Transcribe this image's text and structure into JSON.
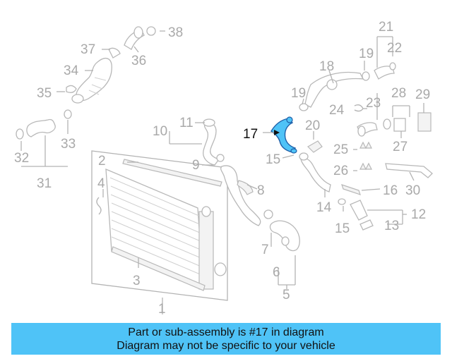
{
  "diagram": {
    "highlight_color": "#4fc3f7",
    "part_color": "#b8b8b8",
    "callouts": {
      "c1": "1",
      "c2": "2",
      "c3": "3",
      "c4": "4",
      "c5": "5",
      "c6": "6",
      "c7": "7",
      "c8": "8",
      "c9": "9",
      "c10": "10",
      "c11": "11",
      "c12": "12",
      "c13": "13",
      "c14": "14",
      "c15a": "15",
      "c15b": "15",
      "c16": "16",
      "c17": "17",
      "c18": "18",
      "c19a": "19",
      "c19b": "19",
      "c20": "20",
      "c21": "21",
      "c22": "22",
      "c23": "23",
      "c24": "24",
      "c25": "25",
      "c26": "26",
      "c27": "27",
      "c28": "28",
      "c29": "29",
      "c30": "30",
      "c31": "31",
      "c32": "32",
      "c33": "33",
      "c34": "34",
      "c35": "35",
      "c36": "36",
      "c37": "37",
      "c38": "38"
    }
  },
  "banner": {
    "line1": "Part or sub-assembly is #17 in diagram",
    "line2": "Diagram may not be specific to your vehicle"
  }
}
